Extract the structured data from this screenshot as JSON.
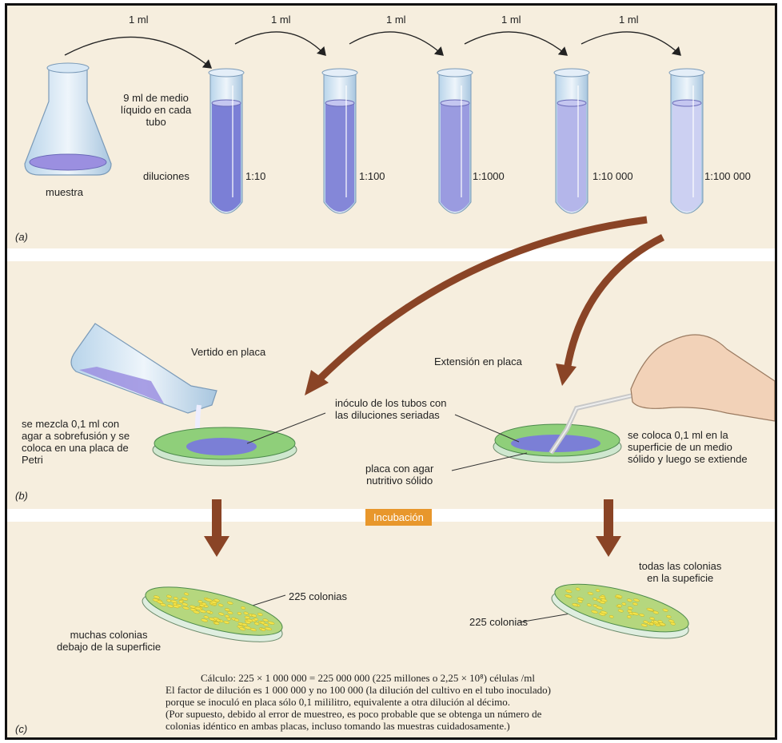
{
  "transfers": [
    "1 ml",
    "1 ml",
    "1 ml",
    "1 ml",
    "1 ml"
  ],
  "flask_label": "muestra",
  "medium_label": "9 ml de medio\nlíquido en cada\ntubo",
  "dilutions_label": "diluciones",
  "dilutions": [
    "1:10",
    "1:100",
    "1:1000",
    "1:10 000",
    "1:100 000"
  ],
  "panels": {
    "a": "(a)",
    "b": "(b)",
    "c": "(c)"
  },
  "pour_plate_title": "Vertido en placa",
  "spread_plate_title": "Extensión en placa",
  "inoculum_label": "inóculo de los tubos con\nlas diluciones seriadas",
  "pour_mix_label": "se mezcla 0,1 ml con\nagar a sobrefusión y se\ncoloca en una placa de\nPetri",
  "agar_plate_label": "placa con agar\nnutritivo sólido",
  "spread_label": "se coloca 0,1 ml en la\nsuperficie de un medio\nsólido y luego se extiende",
  "incubation_label": "Incubación",
  "left_count": "225 colonias",
  "left_below": "muchas colonias\ndebajo de la superficie",
  "right_surface": "todas las colonias\nen la supeficie",
  "right_count": "225 colonias",
  "calc_line1": "Cálculo: 225 × 1 000 000 = 225 000 000 (225 millones o 2,25 × 10⁸) células /ml",
  "calc_line2": "El factor de dilución es 1 000 000 y no 100 000 (la dilución del cultivo en el tubo inoculado)",
  "calc_line3": "porque se inoculó en placa sólo 0,1 mililitro, equivalente a otra dilución al décimo.",
  "calc_line4": "(Por supuesto, debido al error de muestreo, es poco probable que se obtenga un número de",
  "calc_line5": "colonias idéntico en ambas placas, incluso tomando las muestras cuidadosamente.)",
  "colors": {
    "frame": "#111111",
    "background": "#f6eede",
    "tube_liquid": "#7b7fd6",
    "arrow": "#8a4426",
    "band": "#ffffff",
    "agar": "#8fcf7a",
    "badge": "#e8972c"
  }
}
